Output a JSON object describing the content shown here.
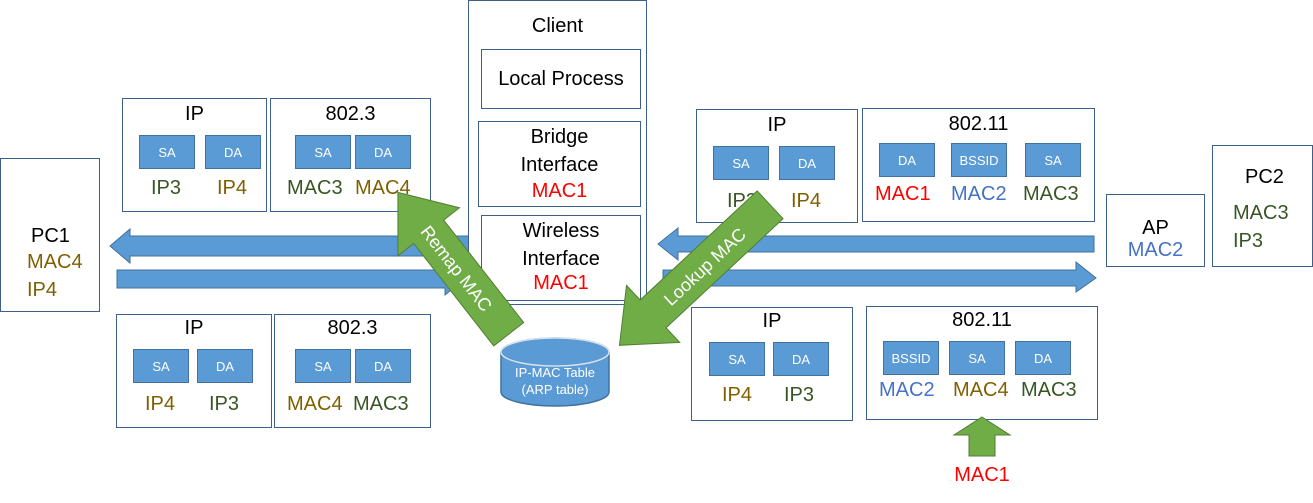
{
  "pc1": {
    "name": "PC1",
    "mac": "MAC4",
    "ip": "IP4"
  },
  "pc2": {
    "name": "PC2",
    "mac": "MAC3",
    "ip": "IP3"
  },
  "ap": {
    "name": "AP",
    "mac": "MAC2"
  },
  "client": {
    "title": "Client",
    "local_process": "Local Process",
    "bridge_line1": "Bridge",
    "bridge_line2": "Interface",
    "bridge_mac": "MAC1",
    "wireless_line1": "Wireless",
    "wireless_line2": "Interface",
    "wireless_mac": "MAC1"
  },
  "table": {
    "line1": "IP-MAC Table",
    "line2": "(ARP table)"
  },
  "arrows": {
    "remap": "Remap MAC",
    "lookup": "Lookup MAC",
    "mac1_up": "MAC1"
  },
  "headers": {
    "top_left": {
      "ip_title": "IP",
      "ip_sa": "SA",
      "ip_da": "DA",
      "ip_sa_val": "IP3",
      "ip_da_val": "IP4",
      "eth_title": "802.3",
      "eth_sa": "SA",
      "eth_da": "DA",
      "eth_sa_val": "MAC3",
      "eth_da_val": "MAC4"
    },
    "bottom_left": {
      "ip_title": "IP",
      "ip_sa": "SA",
      "ip_da": "DA",
      "ip_sa_val": "IP4",
      "ip_da_val": "IP3",
      "eth_title": "802.3",
      "eth_sa": "SA",
      "eth_da": "DA",
      "eth_sa_val": "MAC4",
      "eth_da_val": "MAC3"
    },
    "top_right": {
      "ip_title": "IP",
      "ip_sa": "SA",
      "ip_da": "DA",
      "ip_sa_val": "IP3",
      "ip_da_val": "IP4",
      "wifi_title": "802.11",
      "wifi_f1": "DA",
      "wifi_f2": "BSSID",
      "wifi_f3": "SA",
      "wifi_v1": "MAC1",
      "wifi_v2": "MAC2",
      "wifi_v3": "MAC3"
    },
    "bottom_right": {
      "ip_title": "IP",
      "ip_sa": "SA",
      "ip_da": "DA",
      "ip_sa_val": "IP4",
      "ip_da_val": "IP3",
      "wifi_title": "802.11",
      "wifi_f1": "BSSID",
      "wifi_f2": "SA",
      "wifi_f3": "DA",
      "wifi_v1": "MAC2",
      "wifi_v2": "MAC4",
      "wifi_v3": "MAC3"
    }
  },
  "colors": {
    "field_fill": "#5b9bd5",
    "arrow_blue": "#5b9bd5",
    "arrow_green": "#70ad47",
    "ip_mac4": "#7f6000",
    "ip_mac3": "#375623",
    "mac1": "#ff0000",
    "mac2": "#4472c4"
  }
}
